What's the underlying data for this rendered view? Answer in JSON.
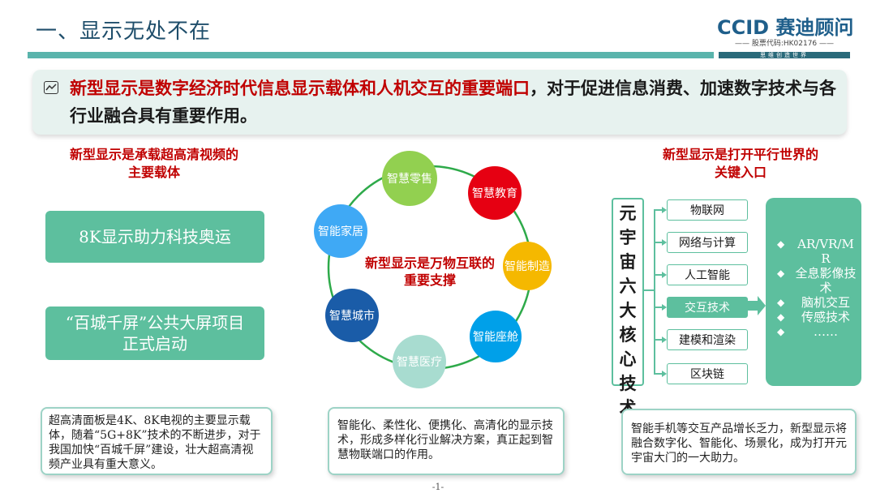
{
  "header": {
    "title": "一、显示无处不在",
    "logo_main": "CCID 赛迪顾问",
    "logo_code": "—— 股票代码:HK02176 ——",
    "logo_slogan": "思维创造世界"
  },
  "banner": {
    "icon": "line-chart-icon",
    "text_red": "新型显示是数字经济时代信息显示载体和人机交互的重要端口",
    "text_black": "，对于促进信息消费、加速数字技术与各行业融合具有重要作用。"
  },
  "left": {
    "title": [
      "新型显示是承载超高清视频的",
      "主要载体"
    ],
    "box1": "8K显示助力科技奥运",
    "box2": [
      "“百城千屏”公共大屏项目",
      "正式启动"
    ],
    "note": "超高清面板是4K、8K电视的主要显示载体，随着“5G+8K”技术的不断进步，对于我国加快“百城千屏”建设，壮大超高清视频产业具有重大意义。"
  },
  "center": {
    "title": [
      "新型显示是万物互联的",
      "重要支撑"
    ],
    "bubbles": [
      {
        "label": "智慧零售",
        "color": "#92d050"
      },
      {
        "label": "智慧教育",
        "color": "#e60012"
      },
      {
        "label": "智能制造",
        "color": "#f5b800"
      },
      {
        "label": "智能座舱",
        "color": "#00a0e9"
      },
      {
        "label": "智慧医疗",
        "color": "#a8dcd0"
      },
      {
        "label": "智慧城市",
        "color": "#1a5ca8"
      },
      {
        "label": "智能家居",
        "color": "#3fa9f5"
      }
    ],
    "ring_color": "#2eaa4a",
    "note": "智能化、柔性化、便携化、高清化的显示技术，形成多样化行业解决方案，真正起到智慧物联端口的作用。"
  },
  "right": {
    "title": [
      "新型显示是打开平行世界的",
      "关键入口"
    ],
    "vertical": [
      "元",
      "宇",
      "宙",
      "六",
      "大",
      "核",
      "心",
      "技",
      "术"
    ],
    "techs": [
      "物联网",
      "网络与计算",
      "人工智能",
      "交互技术",
      "建模和渲染",
      "区块链"
    ],
    "panel": [
      {
        "bullet": "◆",
        "text": "AR/VR/MR"
      },
      {
        "bullet": "◆",
        "text": "全息影像技术"
      },
      {
        "bullet": "◆",
        "text": "脑机交互"
      },
      {
        "bullet": "◆",
        "text": "传感技术"
      },
      {
        "bullet": "◆",
        "text": "……"
      }
    ],
    "note": "智能手机等交互产品增长乏力，新型显示将融合数字化、智能化、场景化，成为打开元宇宙大门的一大助力。"
  },
  "footer": {
    "page": "-1-"
  }
}
